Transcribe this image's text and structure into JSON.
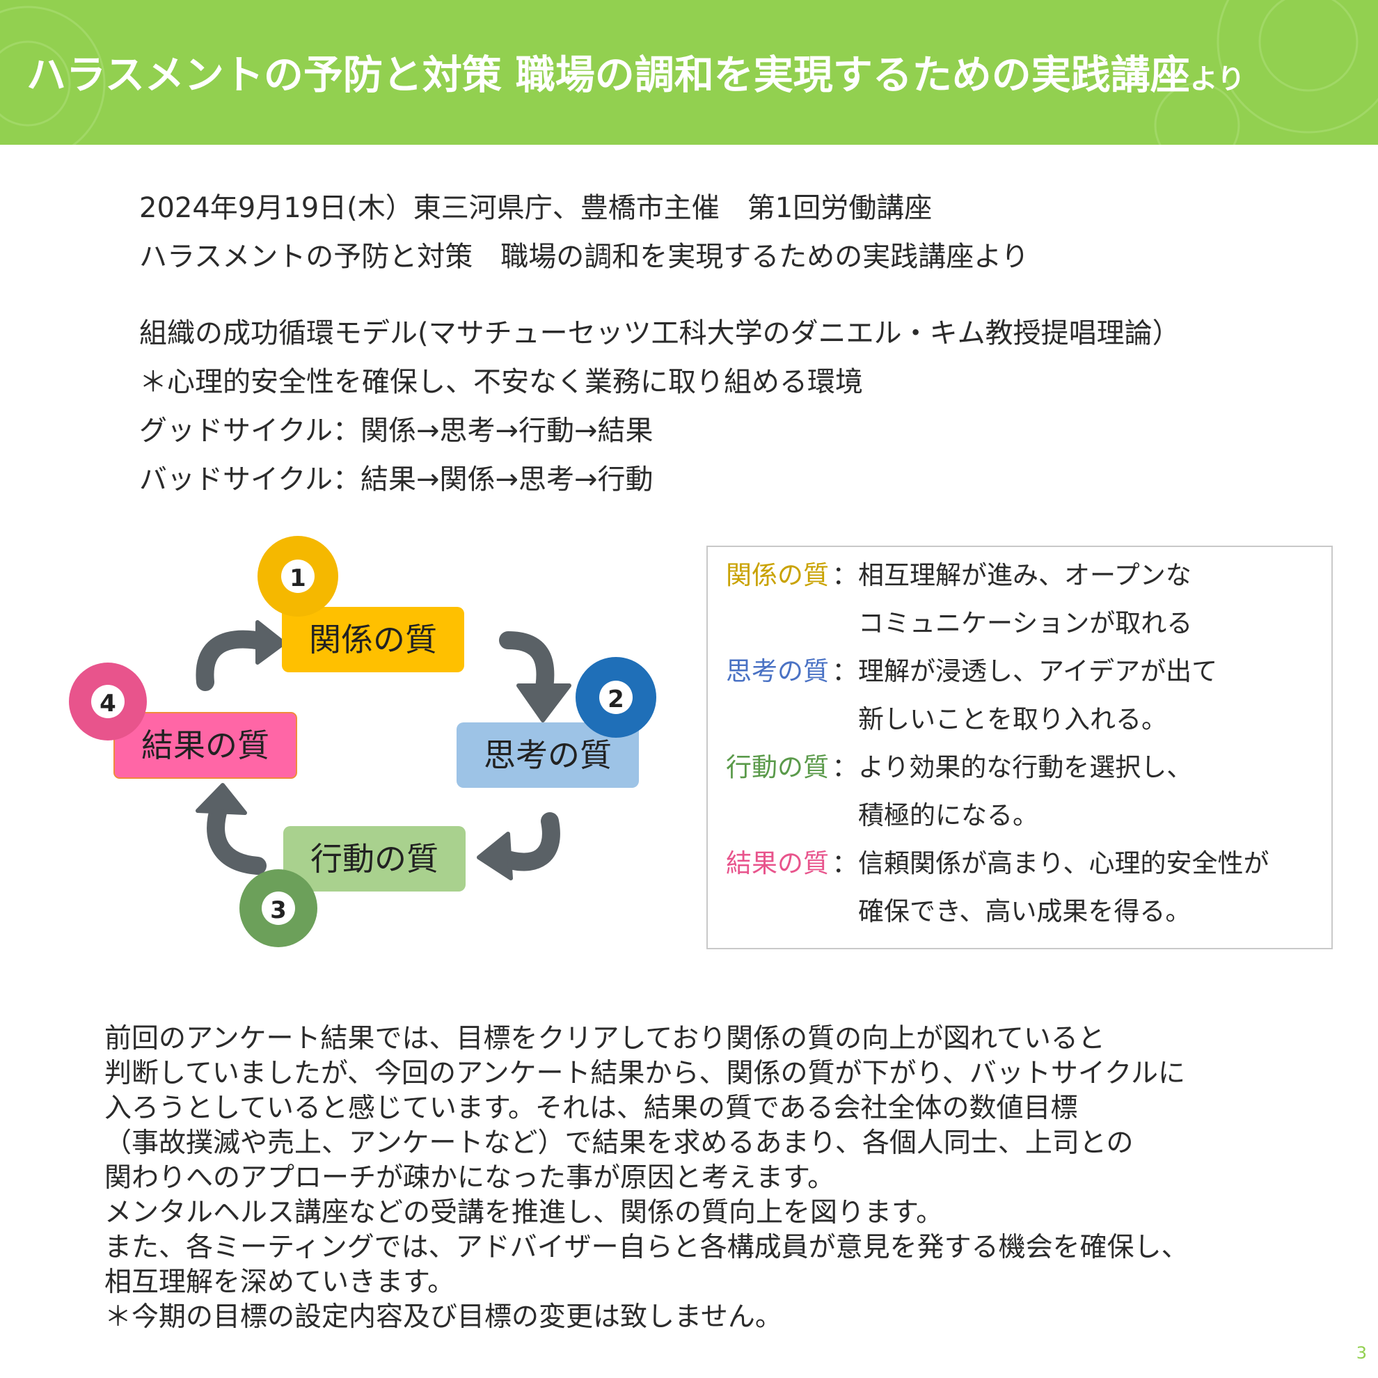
{
  "banner": {
    "title": "ハラスメントの予防と対策 職場の調和を実現するための実践講座",
    "title_suffix": "より",
    "color": "#92d050"
  },
  "intro": {
    "lines": [
      "2024年9月19日(木）東三河県庁、豊橋市主催　第1回労働講座",
      "ハラスメントの予防と対策　職場の調和を実現するための実践講座より",
      "組織の成功循環モデル(マサチューセッツ工科大学のダニエル・キム教授提唱理論）",
      "＊心理的安全性を確保し、不安なく業務に取り組める環境",
      "グッドサイクル：関係→思考→行動→結果",
      "バッドサイクル：結果→関係→思考→行動"
    ]
  },
  "cycle": {
    "nodes": [
      {
        "number": "1",
        "label": "関係の質",
        "color": "#ffc000",
        "ball": "#f5b800"
      },
      {
        "number": "2",
        "label": "思考の質",
        "color": "#9dc3e6",
        "ball": "#1f6fb8"
      },
      {
        "number": "3",
        "label": "行動の質",
        "color": "#a9d18e",
        "ball": "#6ca05a"
      },
      {
        "number": "4",
        "label": "結果の質",
        "color": "#ff66a6",
        "ball": "#e8548c"
      }
    ],
    "arrow_color": "#5a6166"
  },
  "legend": {
    "items": [
      {
        "term": "関係の質",
        "colon": "：",
        "line1": "相互理解が進み、オープンな",
        "line2": "コミュニケーションが取れる",
        "color": "#c9a200"
      },
      {
        "term": "思考の質",
        "colon": "：",
        "line1": "理解が浸透し、アイデアが出て",
        "line2": "新しいことを取り入れる。",
        "color": "#4a72c4"
      },
      {
        "term": "行動の質",
        "colon": "：",
        "line1": "より効果的な行動を選択し、",
        "line2": "積極的になる。",
        "color": "#5a9a4a"
      },
      {
        "term": "結果の質",
        "colon": "：",
        "line1": "信頼関係が高まり、心理的安全性が",
        "line2": "確保でき、高い成果を得る。",
        "color": "#e8548c"
      }
    ]
  },
  "body": {
    "lines": [
      "前回のアンケート結果では、目標をクリアしており関係の質の向上が図れていると",
      "判断していましたが、今回のアンケート結果から、関係の質が下がり、バットサイクルに",
      "入ろうとしていると感じています。それは、結果の質である会社全体の数値目標",
      "（事故撲滅や売上、アンケートなど）で結果を求めるあまり、各個人同士、上司との",
      "関わりへのアプローチが疎かになった事が原因と考えます。",
      "メンタルヘルス講座などの受講を推進し、関係の質向上を図ります。",
      "また、各ミーティングでは、アドバイザー自らと各構成員が意見を発する機会を確保し、",
      "相互理解を深めていきます。",
      "＊今期の目標の設定内容及び目標の変更は致しません。"
    ]
  },
  "page_number": "3"
}
